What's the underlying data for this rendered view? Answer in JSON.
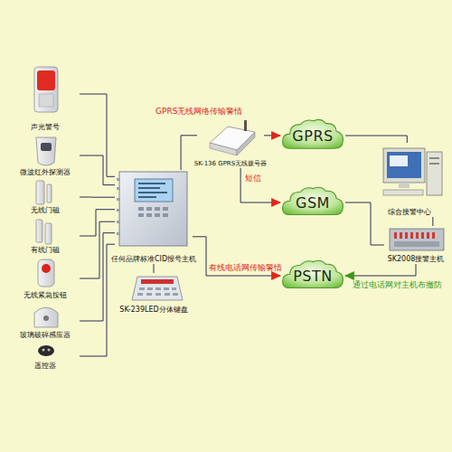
{
  "diagram": {
    "nodes": [
      {
        "text": [
          "声光警号"
        ]
      },
      {
        "text": [
          "微波红外探测器"
        ]
      },
      {
        "text": [
          "无线门磁"
        ]
      },
      {
        "text": [
          "有线门磁"
        ]
      },
      {
        "text": [
          "无线紧急按钮"
        ]
      },
      {
        "text": [
          "玻璃破碎感应器"
        ]
      },
      {
        "text": [
          "遥控器"
        ]
      },
      {
        "text": [
          "任何品牌标准CID报号主机"
        ]
      },
      {
        "text": [
          "SK-239LED分体键盘"
        ]
      },
      {
        "text": [
          "SK-136 GPRS无线拨号器"
        ]
      },
      {
        "text": [
          "GPRS"
        ]
      },
      {
        "text": [
          "GSM"
        ]
      },
      {
        "text": [
          "PSTN"
        ]
      },
      {
        "text": [
          "综合接警中心"
        ]
      },
      {
        "text": [
          "SK2008接警主机"
        ]
      }
    ],
    "edges": [
      {
        "from": 0,
        "to": 7,
        "arrow": "none"
      },
      {
        "from": 1,
        "to": 7,
        "arrow": "none"
      },
      {
        "from": 2,
        "to": 7,
        "arrow": "none"
      },
      {
        "from": 3,
        "to": 7,
        "arrow": "none"
      },
      {
        "from": 4,
        "to": 7,
        "arrow": "none"
      },
      {
        "from": 5,
        "to": 7,
        "arrow": "none"
      },
      {
        "from": 6,
        "to": 7,
        "arrow": "none"
      },
      {
        "from": 7,
        "to": 8,
        "arrow": "none"
      },
      {
        "from": 7,
        "to": 9,
        "arrow": "none"
      },
      {
        "from": 9,
        "to": 10,
        "label": "GPRS无线网络传输警情",
        "arrow": "to"
      },
      {
        "from": 9,
        "to": 11,
        "label": "短信",
        "arrow": "to"
      },
      {
        "from": 7,
        "to": 12,
        "label": "有线电话网传输警情",
        "arrow": "to"
      },
      {
        "from": 10,
        "to": 13,
        "arrow": "none"
      },
      {
        "from": 11,
        "to": 14,
        "arrow": "none"
      },
      {
        "from": 14,
        "to": 12,
        "label": "通过电话网对主机布撤防",
        "arrow": "to"
      },
      {
        "from": 13,
        "to": 14,
        "arrow": "none"
      }
    ]
  }
}
